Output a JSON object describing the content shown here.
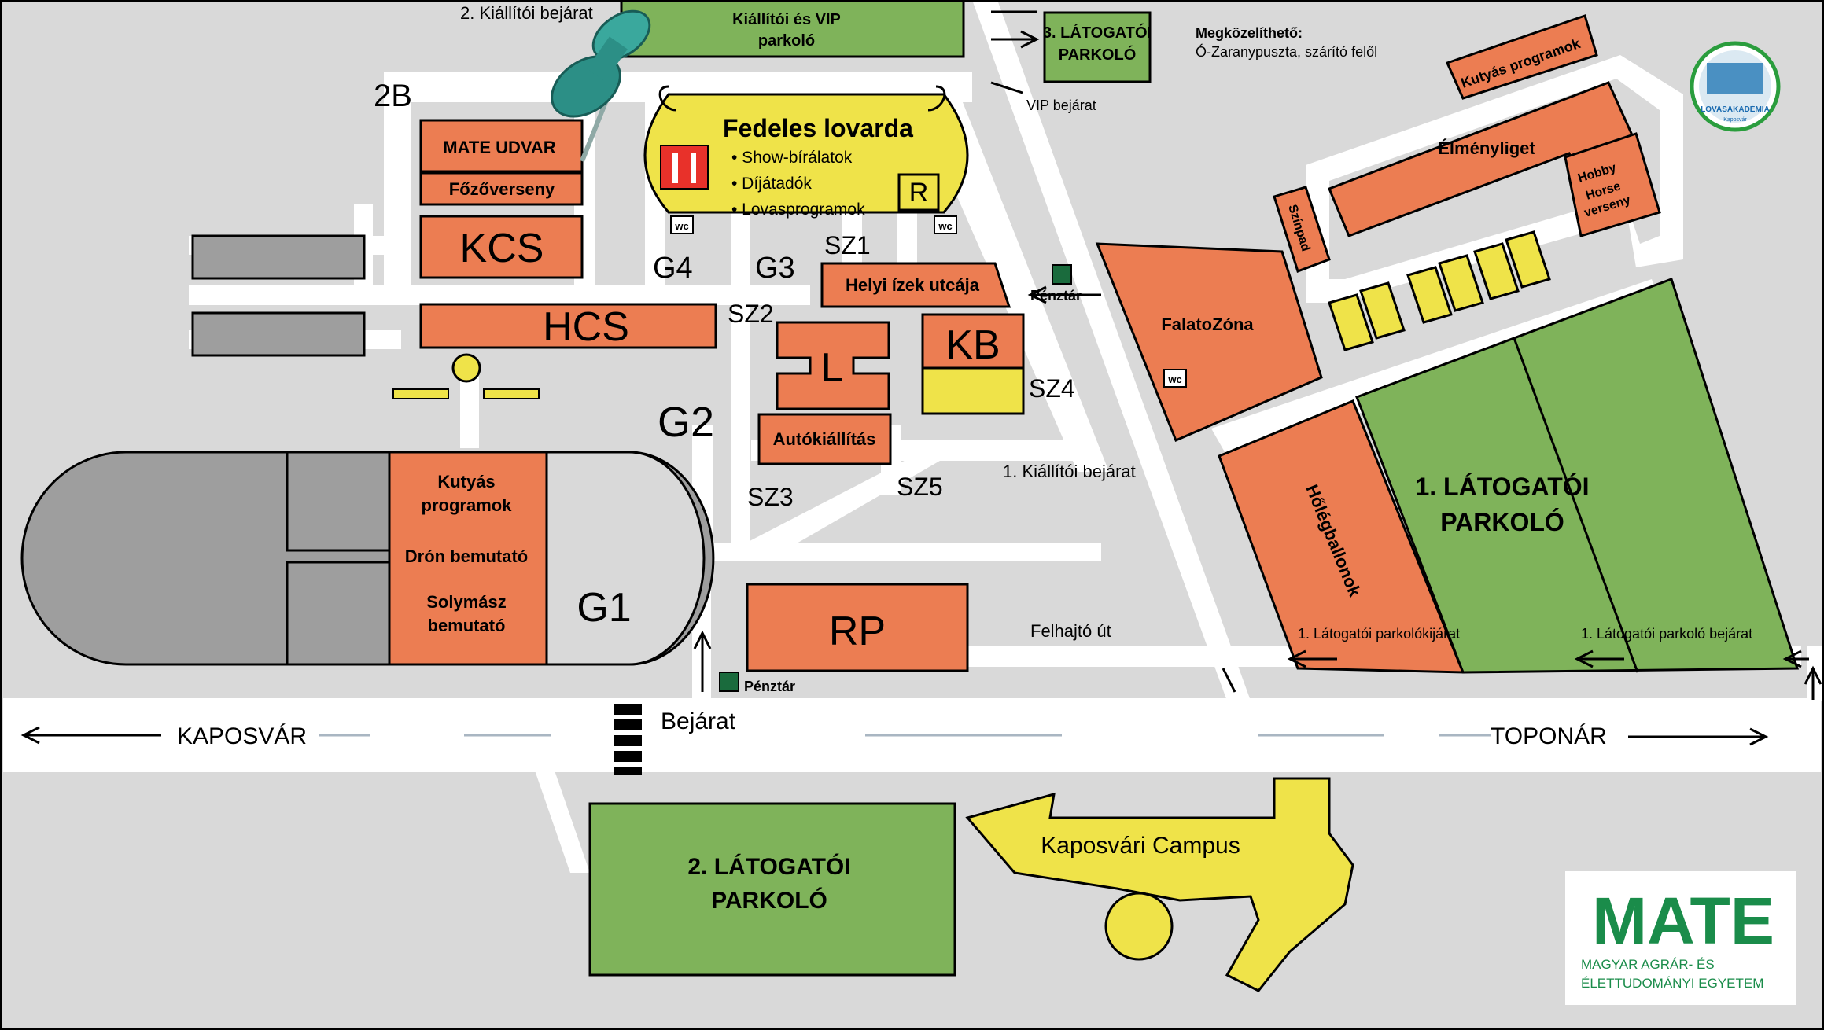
{
  "colors": {
    "background": "#d9d9d9",
    "road": "#ffffff",
    "orange": "#ec7d52",
    "green": "#7fb35a",
    "yellow": "#efe349",
    "gray": "#9e9e9e",
    "darkgreen": "#1a6b3d",
    "mate_green": "#1a8c4a"
  },
  "labels": {
    "entrance_2": "2. Kiállítói bejárat",
    "exhibitor_vip_parking_1": "Kiállítói és VIP",
    "exhibitor_vip_parking_2": "parkoló",
    "parking3_1": "3. LÁTOGATÓI",
    "parking3_2": "PARKOLÓ",
    "approach_title": "Megközelíthető:",
    "approach_text": "Ó-Zaranypuszta, szárító felől",
    "vip_entrance": "VIP bejárat",
    "label_2b": "2B",
    "mate_udvar": "MATE UDVAR",
    "fozoverseny": "Főzőverseny",
    "kcs": "KCS",
    "hcs": "HCS",
    "indoor_title": "Fedeles lovarda",
    "indoor_items": [
      "• Show-bírálatok",
      "• Díjátadók",
      "• Lovasprogramok"
    ],
    "r_label": "R",
    "wc": "wc",
    "g4": "G4",
    "g3": "G3",
    "g2": "G2",
    "g1": "G1",
    "sz1": "SZ1",
    "sz2": "SZ2",
    "sz3": "SZ3",
    "sz4": "SZ4",
    "sz5": "SZ5",
    "helyi_izek": "Helyi ízek utcája",
    "penztar": "Pénztár",
    "l_label": "L",
    "kb_label": "KB",
    "autokiallitas": "Autókiállítás",
    "entrance_1": "1. Kiállítói bejárat",
    "kutyas_1": "Kutyás",
    "kutyas_2": "programok",
    "dron": "Drón bemutató",
    "solymasz_1": "Solymász",
    "solymasz_2": "bemutató",
    "rp": "RP",
    "felhajto": "Felhajtó út",
    "kutyas_programok": "Kutyás programok",
    "elmenyliget": "Élményliget",
    "hobby_1": "Hobby",
    "hobby_2": "Horse",
    "hobby_3": "verseny",
    "szinpad": "Színpad",
    "falatozona": "FalatoZóna",
    "holegballonok": "Hőlégballonok",
    "parking1_1": "1. LÁTOGATÓI",
    "parking1_2": "PARKOLÓ",
    "parking1_exit": "1. Látogatói parkolókijárat",
    "parking1_entrance": "1. Látogatói parkoló bejárat",
    "kaposvar": "KAPOSVÁR",
    "toponar": "TOPONÁR",
    "bejarat": "Bejárat",
    "parking2_1": "2. LÁTOGATÓI",
    "parking2_2": "PARKOLÓ",
    "campus": "Kaposvári Campus",
    "lovasakademia": "LOVASAKADÉMIA",
    "lovasakademia_sub": "Kaposvár",
    "mate_logo": "MATE",
    "mate_name_1": "MAGYAR AGRÁR- ÉS",
    "mate_name_2": "ÉLETTUDOMÁNYI EGYETEM"
  }
}
